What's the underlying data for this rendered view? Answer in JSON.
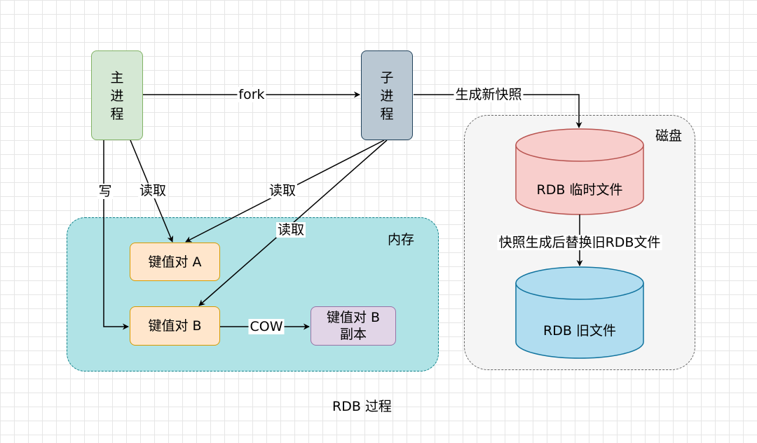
{
  "nodes": {
    "main_process": "主\n进\n程",
    "child_process": "子\n进\n程",
    "kv_a": "键值对 A",
    "kv_b": "键值对 B",
    "kv_b_copy": "键值对 B\n副本",
    "rdb_temp": "RDB 临时文件",
    "rdb_old": "RDB 旧文件"
  },
  "regions": {
    "memory": "内存",
    "disk": "磁盘"
  },
  "edges": {
    "fork": "fork",
    "gen_snapshot": "生成新快照",
    "write": "写",
    "read_main": "读取",
    "read_child_a": "读取",
    "read_child_b": "读取",
    "cow": "COW",
    "replace": "快照生成后替换旧RDB文件"
  },
  "caption": "RDB 过程",
  "colors": {
    "process_main_fill": "#d5e8d4",
    "process_main_stroke": "#82b366",
    "process_child_fill": "#bac8d3",
    "process_child_stroke": "#23445d",
    "memory_fill": "#b0e3e6",
    "memory_stroke": "#0e8088",
    "kv_fill": "#ffe6cc",
    "kv_stroke": "#d79b00",
    "copy_fill": "#e1d5e7",
    "copy_stroke": "#9673a6",
    "disk_fill": "#f5f5f5",
    "disk_stroke": "#666666",
    "rdb_temp_fill": "#f8cecc",
    "rdb_temp_stroke": "#b85450",
    "rdb_old_fill": "#b1ddf0",
    "rdb_old_stroke": "#10739e"
  }
}
